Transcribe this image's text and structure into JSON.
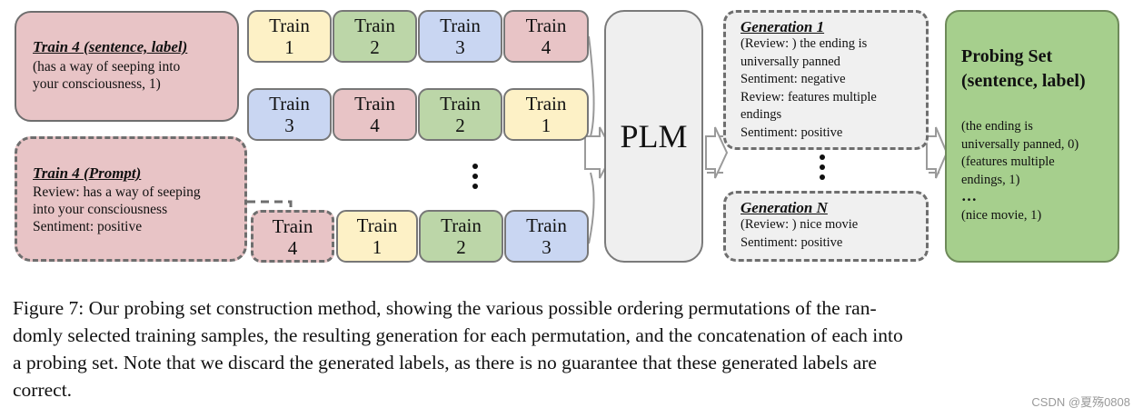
{
  "train_sentence_box": {
    "title": "Train 4 (sentence, label)",
    "lines": [
      "(has a way of seeping into",
      "your consciousness, 1)"
    ]
  },
  "train_prompt_box": {
    "title": "Train 4 (Prompt)",
    "lines": [
      "Review: has a way of seeping",
      "into your consciousness",
      "Sentiment: positive"
    ]
  },
  "permutation_rows": [
    [
      {
        "word": "Train",
        "num": "1",
        "color": "yellow"
      },
      {
        "word": "Train",
        "num": "2",
        "color": "green"
      },
      {
        "word": "Train",
        "num": "3",
        "color": "blue"
      },
      {
        "word": "Train",
        "num": "4",
        "color": "pink"
      }
    ],
    [
      {
        "word": "Train",
        "num": "3",
        "color": "blue"
      },
      {
        "word": "Train",
        "num": "4",
        "color": "pink"
      },
      {
        "word": "Train",
        "num": "2",
        "color": "green"
      },
      {
        "word": "Train",
        "num": "1",
        "color": "yellow"
      }
    ],
    [
      {
        "word": "Train",
        "num": "4",
        "color": "pink"
      },
      {
        "word": "Train",
        "num": "1",
        "color": "yellow"
      },
      {
        "word": "Train",
        "num": "2",
        "color": "green"
      },
      {
        "word": "Train",
        "num": "3",
        "color": "blue"
      }
    ]
  ],
  "model_label": "PLM",
  "generation_1": {
    "title": "Generation 1",
    "lines": [
      "(Review: ) the ending is",
      "universally panned",
      "Sentiment: negative",
      "Review: features multiple",
      "endings",
      "Sentiment: positive"
    ]
  },
  "generation_n": {
    "title": "Generation N",
    "lines": [
      "(Review: ) nice movie",
      "Sentiment: positive"
    ]
  },
  "probing_set": {
    "title_line1": "Probing Set",
    "title_line2": "(sentence, label)",
    "lines": [
      "(the ending is",
      "universally panned, 0)",
      "(features multiple",
      "endings, 1)"
    ],
    "ellipsis": "…",
    "last_line": "(nice movie, 1)"
  },
  "colors": {
    "yellow": "#fdf1c6",
    "green": "#bcd6a8",
    "blue": "#c9d6f2",
    "pink": "#e8c4c6",
    "probe": "#a6cf8d",
    "plm": "#efefef"
  },
  "caption": {
    "line1": "Figure 7: Our probing set construction method, showing the various possible ordering permutations of the ran-",
    "line2": "domly selected training samples, the resulting generation for each permutation, and the concatenation of each into",
    "line3": "a probing set. Note that we discard the generated labels, as there is no guarantee that these generated labels are",
    "line4": "correct."
  },
  "watermark": "CSDN @夏殇0808"
}
